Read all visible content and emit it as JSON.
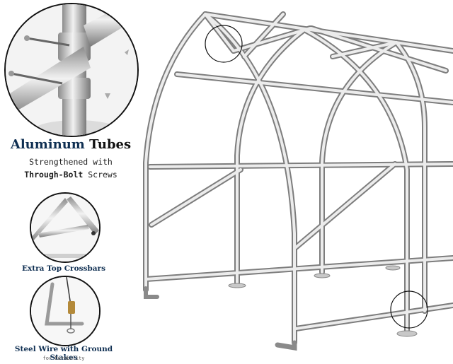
{
  "headline": {
    "accent": "Aluminum",
    "rest": " Tubes"
  },
  "subline1": "Strengthened with",
  "subline2": {
    "bold": "Through-Bolt",
    "rest": " Screws"
  },
  "detail_top_crossbars": "Extra Top Crossbars",
  "detail_ground_stakes": "Steel Wire with Ground Stakes",
  "detail_ground_stakes_note": "for Durability",
  "colors": {
    "accent": "#0f2f52",
    "metal_light": "#e8e8e8",
    "metal_dark": "#8a8a8a"
  }
}
